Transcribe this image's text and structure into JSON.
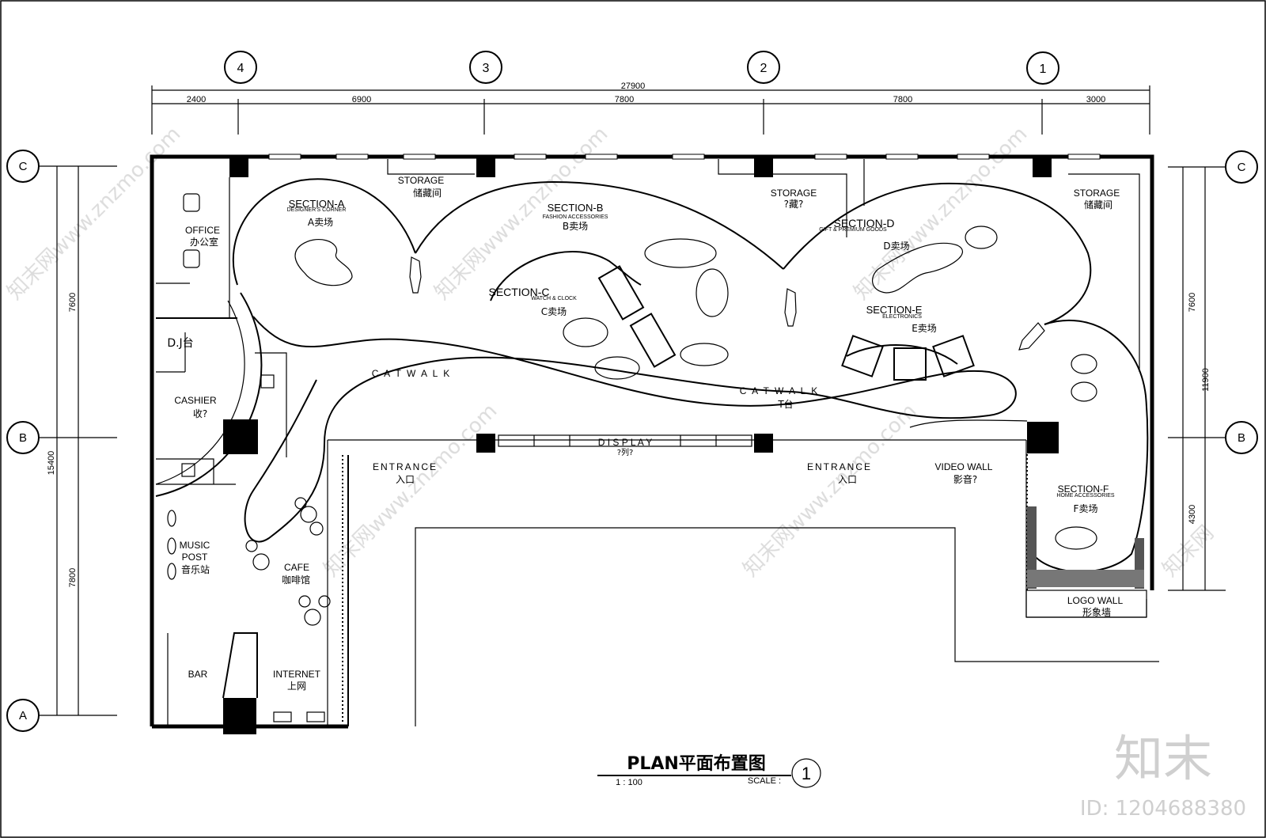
{
  "title": "PLAN平面布置图",
  "scale": {
    "ratio": "1 : 100",
    "label": "SCALE :",
    "sheet": "1"
  },
  "grid_columns": [
    "4",
    "3",
    "2",
    "1"
  ],
  "grid_rows": [
    "C",
    "B",
    "A"
  ],
  "dims_top": {
    "total": "27900",
    "segments": [
      "2400",
      "6900",
      "7800",
      "7800",
      "3000"
    ]
  },
  "dims_left": {
    "total": "15400",
    "segments": [
      "7600",
      "7800"
    ]
  },
  "dims_right": {
    "total": "11900",
    "segments": [
      "7600",
      "4300"
    ]
  },
  "rooms": {
    "storage_1": {
      "en": "STORAGE",
      "cn": "储藏间"
    },
    "storage_2": {
      "en": "STORAGE",
      "cn": "?藏?"
    },
    "storage_3": {
      "en": "STORAGE",
      "cn": "储藏间"
    },
    "office": {
      "en": "OFFICE",
      "cn": "办公室"
    },
    "dj": {
      "en": "D.J台"
    },
    "cashier": {
      "en": "CASHIER",
      "cn": "收?"
    },
    "music": {
      "en1": "MUSIC",
      "en2": "POST",
      "cn": "音乐站"
    },
    "cafe": {
      "en": "CAFE",
      "cn": "咖啡馆"
    },
    "bar": {
      "en": "BAR"
    },
    "internet": {
      "en": "INTERNET",
      "cn": "上网"
    },
    "entrance_1": {
      "en": "ENTRANCE",
      "cn": "入口"
    },
    "entrance_2": {
      "en": "ENTRANCE",
      "cn": "入口"
    },
    "video_wall": {
      "en": "VIDEO WALL",
      "cn": "影音?"
    },
    "logo_wall": {
      "en": "LOGO WALL",
      "cn": "形象墙"
    },
    "display": {
      "en": "D I S P L A Y",
      "cn": "?列?"
    },
    "catwalk_1": {
      "en": "C A T W A L K"
    },
    "catwalk_2": {
      "en": "C A T W A L K",
      "cn": "T台"
    }
  },
  "sections": {
    "a": {
      "title": "SECTION-A",
      "sub": "DESIGNER'S CORNER",
      "cn": "A卖场"
    },
    "b": {
      "title": "SECTION-B",
      "sub": "FASHION ACCESSORIES",
      "cn": "B卖场"
    },
    "c": {
      "title": "SECTION-C",
      "sub": "WATCH & CLOCK",
      "cn": "C卖场"
    },
    "d": {
      "title": "SECTION-D",
      "sub": "GIFT & PREMIUM GOODS",
      "cn": "D卖场"
    },
    "e": {
      "title": "SECTION-E",
      "sub": "ELECTRONICS",
      "cn": "E卖场"
    },
    "f": {
      "title": "SECTION-F",
      "sub": "HOME ACCESSORIES",
      "cn": "F卖场"
    }
  },
  "brand": {
    "logo": "知末",
    "id": "ID: 1204688380"
  }
}
